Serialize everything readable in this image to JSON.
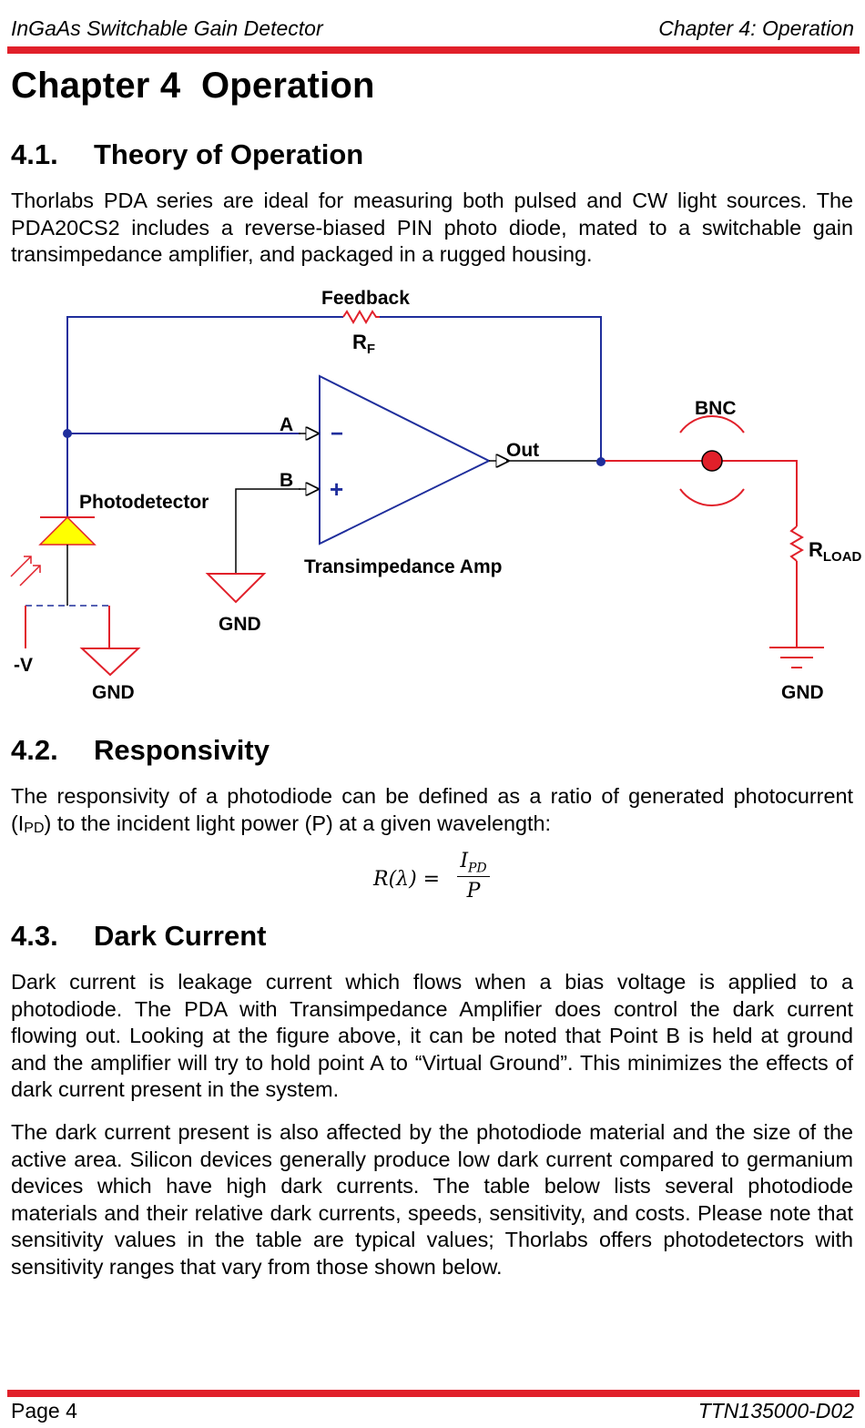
{
  "header": {
    "left": "InGaAs Switchable Gain Detector",
    "right": "Chapter 4: Operation"
  },
  "chapter": {
    "number": "Chapter 4",
    "title": "Operation"
  },
  "sections": [
    {
      "number": "4.1.",
      "title": "Theory of Operation",
      "paragraphs": [
        "Thorlabs PDA series are ideal for measuring both pulsed and CW light sources. The PDA20CS2 includes a reverse-biased PIN photo diode, mated to a switchable gain transimpedance amplifier, and packaged in a rugged housing."
      ]
    },
    {
      "number": "4.2.",
      "title": "Responsivity",
      "paragraph_parts": {
        "before": "The responsivity of a photodiode can be defined as a ratio of generated photocurrent (I",
        "sub": "PD",
        "after": ") to the incident light power (P) at a given wavelength:"
      },
      "equation": {
        "lhs": "R(λ) =",
        "numerator": "I",
        "numerator_sub": "PD",
        "denominator": "P"
      }
    },
    {
      "number": "4.3.",
      "title": "Dark Current",
      "paragraphs": [
        "Dark current is leakage current which flows when a bias voltage is applied to a photodiode. The PDA with Transimpedance Amplifier does control the dark current flowing out. Looking at the figure above, it can be noted that Point B is held at ground and the amplifier will try to hold point A to “Virtual Ground”. This minimizes the effects of dark current present in the system.",
        "The dark current present is also affected by the photodiode material and the size of the active area. Silicon devices generally produce low dark current compared to germanium devices which have high dark currents. The table below lists several photodiode materials and their relative dark currents, speeds, sensitivity, and costs. Please note that sensitivity values in the table are typical values; Thorlabs offers photodetectors with sensitivity ranges that vary from those shown below."
      ]
    }
  ],
  "diagram": {
    "labels": {
      "feedback": "Feedback",
      "rf": "R",
      "rf_sub": "F",
      "input_a": "A",
      "input_b": "B",
      "minus": "−",
      "plus": "+",
      "out": "Out",
      "bnc": "BNC",
      "photodetector": "Photodetector",
      "transimpedance_amp": "Transimpedance Amp",
      "gnd_b": "GND",
      "neg_v": "-V",
      "gnd_pd": "GND",
      "rload": "R",
      "rload_sub": "LOAD",
      "gnd_load": "GND"
    },
    "colors": {
      "circuit": "#1f2e9c",
      "output_path": "#e1202a",
      "diode_fill": "#ffff00",
      "rule": "#e1202a"
    }
  },
  "footer": {
    "left": "Page 4",
    "right": "TTN135000-D02"
  }
}
